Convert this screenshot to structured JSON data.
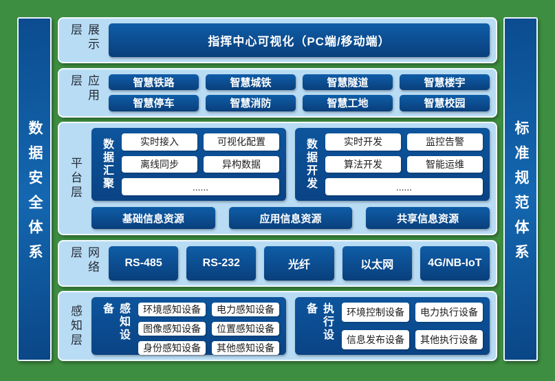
{
  "colors": {
    "background_green": "#3e8e41",
    "panel_light_blue": "#b9dcf5",
    "box_dark_blue": "#0b4c8f",
    "white_box": "#ffffff"
  },
  "pillars": {
    "left": "数据安全体系",
    "right": "标准规范体系"
  },
  "layers": {
    "display": {
      "label": "展示层",
      "banner": "指挥中心可视化（PC端/移动端）"
    },
    "application": {
      "label": "应用层",
      "items": [
        "智慧铁路",
        "智慧城铁",
        "智慧隧道",
        "智慧楼宇",
        "智慧停车",
        "智慧消防",
        "智慧工地",
        "智慧校园"
      ]
    },
    "platform": {
      "label": "平台层",
      "groups": [
        {
          "title": "数据汇聚",
          "items": [
            "实时接入",
            "可视化配置",
            "离线同步",
            "异构数据"
          ],
          "more": "......"
        },
        {
          "title": "数据开发",
          "items": [
            "实时开发",
            "监控告警",
            "算法开发",
            "智能运维"
          ],
          "more": "......"
        }
      ],
      "resources": [
        "基础信息资源",
        "应用信息资源",
        "共享信息资源"
      ]
    },
    "network": {
      "label": "网络层",
      "items": [
        "RS-485",
        "RS-232",
        "光纤",
        "以太网",
        "4G/NB-IoT"
      ]
    },
    "perception": {
      "label": "感知层",
      "groups": [
        {
          "title": "感知设备",
          "items": [
            "环境感知设备",
            "电力感知设备",
            "图像感知设备",
            "位置感知设备",
            "身份感知设备",
            "其他感知设备"
          ]
        },
        {
          "title": "执行设备",
          "items": [
            "环境控制设备",
            "电力执行设备",
            "信息发布设备",
            "其他执行设备"
          ]
        }
      ]
    }
  }
}
